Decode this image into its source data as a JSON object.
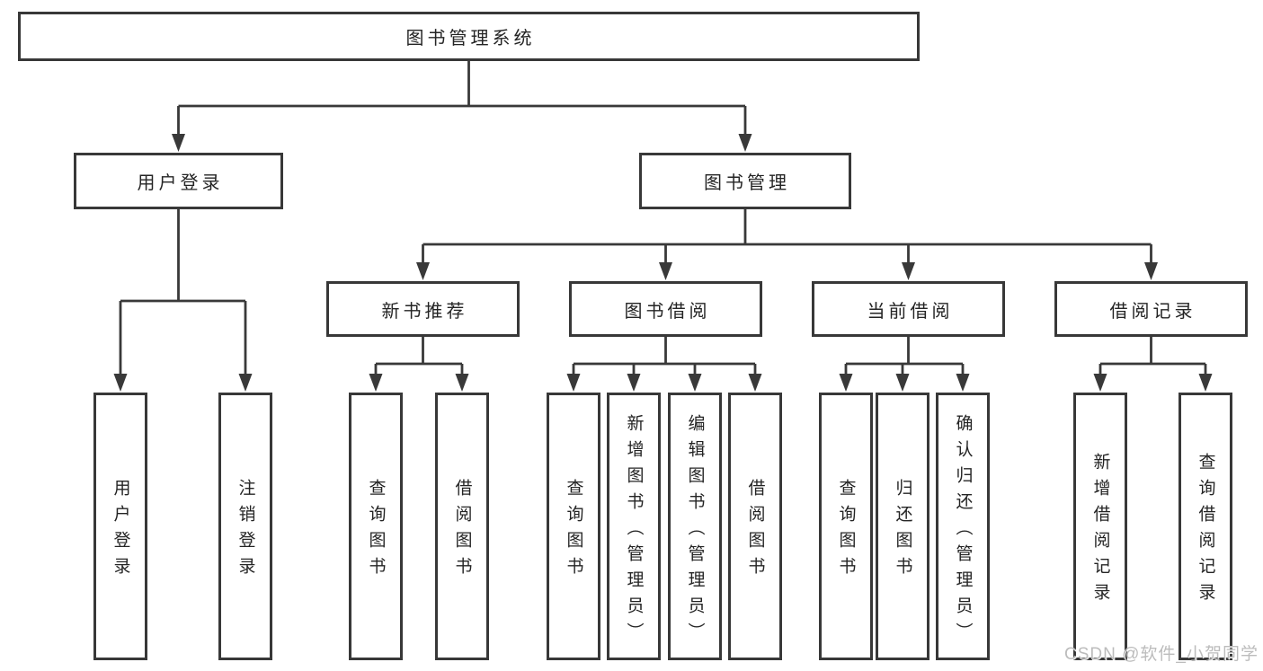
{
  "nodes": {
    "root": "图书管理系统",
    "level1": {
      "user_login": "用户登录",
      "book_management": "图书管理"
    },
    "level2": {
      "new_book_recommend": "新书推荐",
      "book_borrow": "图书借阅",
      "current_borrow": "当前借阅",
      "borrow_records": "借阅记录"
    },
    "leaves": {
      "user_login_1": "用户登录",
      "user_login_2": "注销登录",
      "new_book_1": "查询图书",
      "new_book_2": "借阅图书",
      "book_borrow_1": "查询图书",
      "book_borrow_2": "新增图书（管理员）",
      "book_borrow_3": "编辑图书（管理员）",
      "book_borrow_4": "借阅图书",
      "current_borrow_1": "查询图书",
      "current_borrow_2": "归还图书",
      "current_borrow_3": "确认归还（管理员）",
      "borrow_records_1": "新增借阅记录",
      "borrow_records_2": "查询借阅记录"
    }
  },
  "watermark": {
    "text": "CSDN @软件_小贺同学",
    "color": "#bcbcbc"
  },
  "colors": {
    "line": "#393939",
    "box_border": "#383838",
    "text": "#242424",
    "background": "#ffffff"
  }
}
